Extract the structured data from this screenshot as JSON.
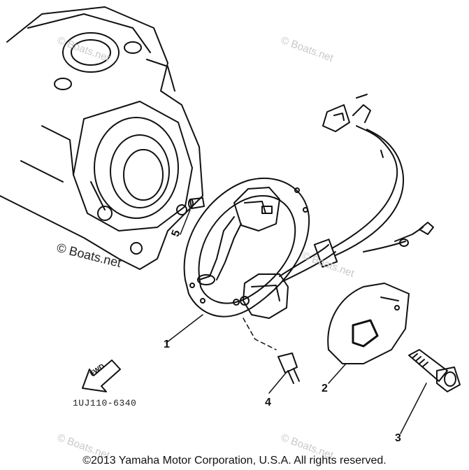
{
  "callouts": {
    "c1": "1",
    "c2": "2",
    "c3": "3",
    "c4": "4",
    "c5": "5"
  },
  "fwd_label": "FWD",
  "part_code": "1UJ110-6340",
  "watermark": "© Boats.net",
  "copyright": "©2013 Yamaha Motor Corporation, U.S.A. All rights reserved."
}
